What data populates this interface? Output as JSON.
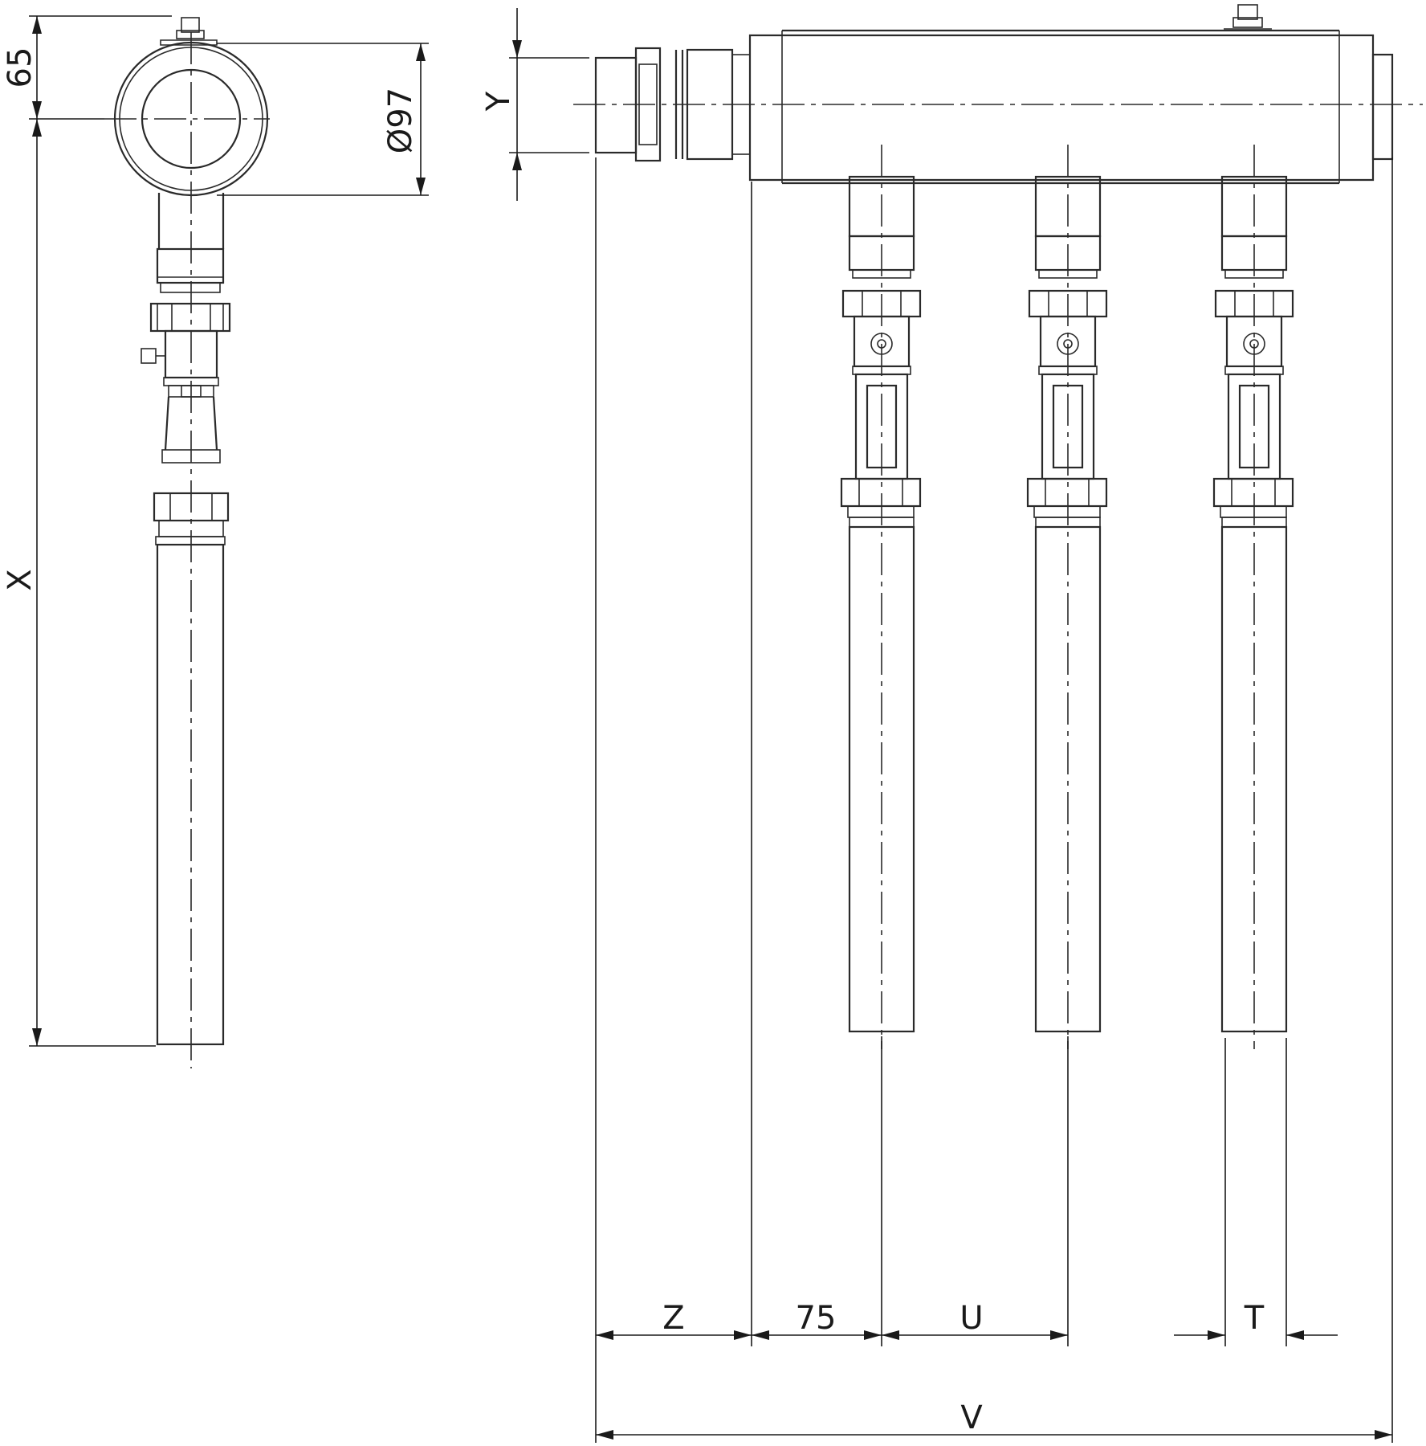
{
  "drawing": {
    "line_color": "#2a2a2a",
    "background": "#ffffff"
  },
  "labels": {
    "dim_65": "65",
    "dim_diameter": "Ø97",
    "dim_x": "X",
    "dim_y": "Y",
    "dim_z": "Z",
    "dim_75": "75",
    "dim_u": "U",
    "dim_t": "T",
    "dim_v": "V"
  }
}
